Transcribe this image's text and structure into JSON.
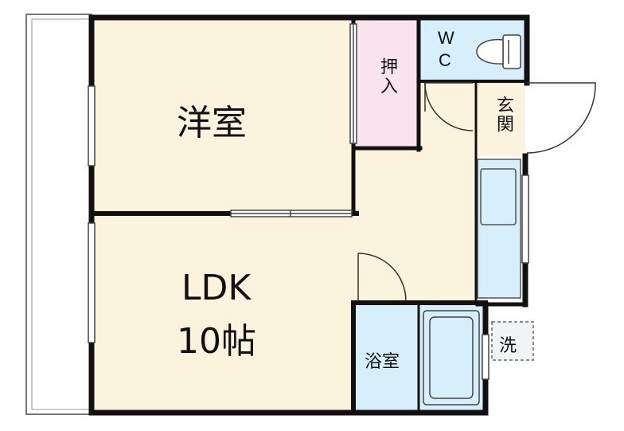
{
  "floorplan": {
    "rooms": {
      "western_room": "洋室",
      "ldk_name": "LDK",
      "ldk_size": "10帖",
      "closet": "押入",
      "wc_top": "W",
      "wc_bottom": "C",
      "entrance": "玄関",
      "bathroom": "浴室",
      "washer": "洗"
    },
    "colors": {
      "room_fill": "#fbf3de",
      "closet_fill": "#f9e3ec",
      "water_fill": "#d7eefb",
      "wall": "#111111",
      "balcony_line": "#777777"
    }
  }
}
